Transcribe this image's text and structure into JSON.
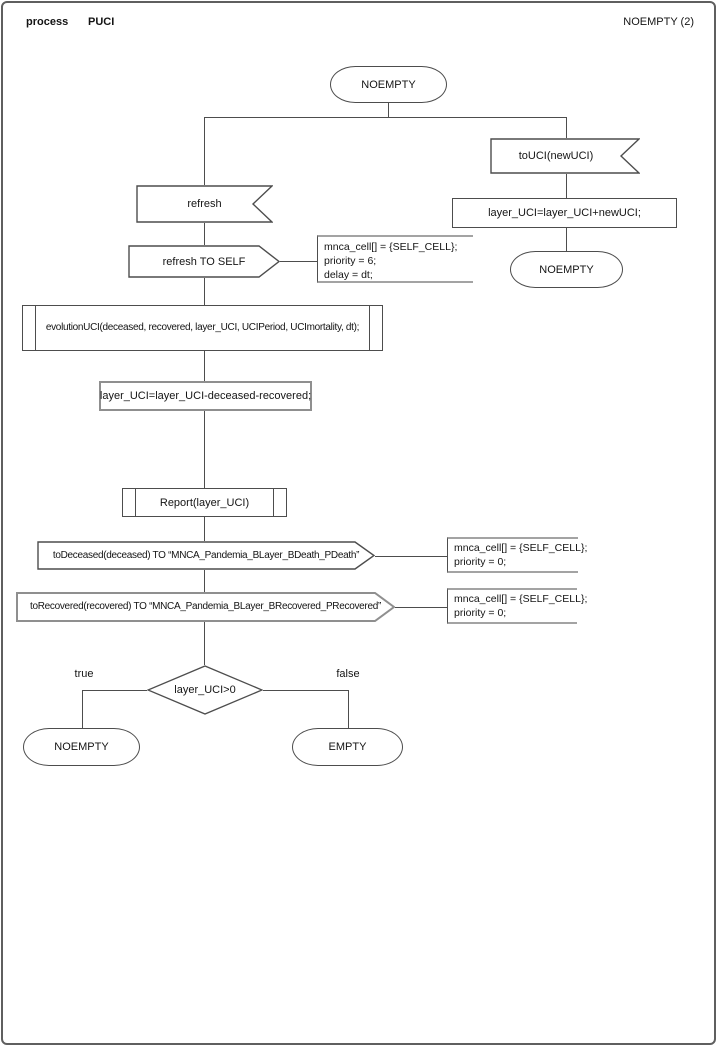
{
  "header": {
    "kind": "process",
    "process_name": "PUCI",
    "state_ref": "NOEMPTY (2)"
  },
  "nodes": {
    "start_state": "NOEMPTY",
    "input_refresh": "refresh",
    "output_refresh_self": "refresh TO SELF",
    "comment_refresh": {
      "line1": "mnca_cell[] = {SELF_CELL};",
      "line2": "priority = 6;",
      "line3": "delay = dt;"
    },
    "proc_evolution": "evolutionUCI(deceased, recovered, layer_UCI, UCIPeriod, UCImortality, dt);",
    "task_subtract": "layer_UCI=layer_UCI-deceased-recovered;",
    "proc_report": "Report(layer_UCI)",
    "output_todeceased": "toDeceased(deceased) TO “MNCA_Pandemia_BLayer_BDeath_PDeath”",
    "comment_todeceased": {
      "line1": "mnca_cell[] = {SELF_CELL};",
      "line2": "priority = 0;"
    },
    "output_torecovered": "toRecovered(recovered) TO “MNCA_Pandemia_BLayer_BRecovered_PRecovered”",
    "comment_torecovered": {
      "line1": "mnca_cell[] = {SELF_CELL};",
      "line2": "priority = 0;"
    },
    "decision": "layer_UCI>0",
    "label_true": "true",
    "label_false": "false",
    "state_true": "NOEMPTY",
    "state_false": "EMPTY",
    "input_touci": "toUCI(newUCI)",
    "task_add": "layer_UCI=layer_UCI+newUCI;",
    "state_right": "NOEMPTY"
  },
  "colors": {
    "stroke": "#4d4d4d",
    "stroke_light": "#a3a3a3",
    "background": "#ffffff",
    "text": "#141414"
  }
}
